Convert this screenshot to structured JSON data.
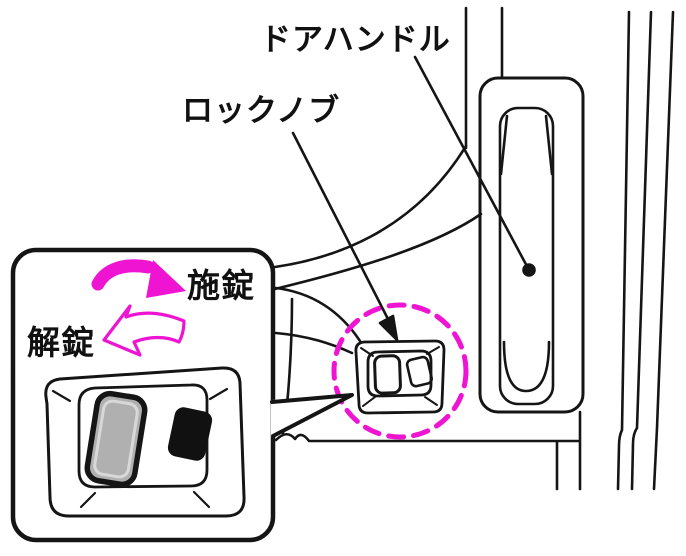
{
  "diagram": {
    "labels": {
      "door_handle": "ドアハンドル",
      "lock_knob": "ロックノブ",
      "lock": "施錠",
      "unlock": "解錠"
    },
    "colors": {
      "highlight": "#ee14d2",
      "line": "#151515",
      "knob_gray": "#b0b0b0",
      "background": "#ffffff"
    },
    "icons": {
      "lock_arrow": "filled-curved-arrow-right",
      "unlock_arrow": "outline-curved-arrow-left",
      "highlight_circle": "magenta-dashed-circle",
      "leader_dot": "filled-dot",
      "leader_arrowhead": "filled-arrowhead"
    }
  }
}
